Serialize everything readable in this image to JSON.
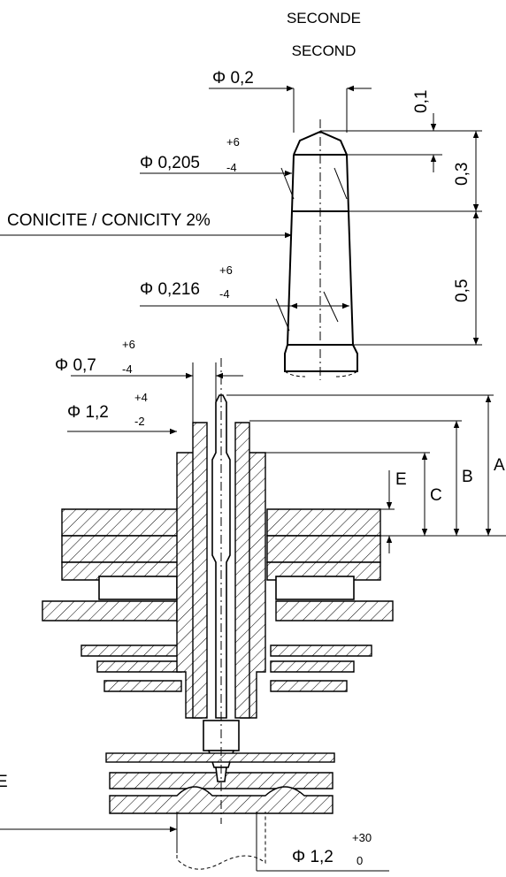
{
  "title": {
    "line1": "SECONDE",
    "line2": "SECOND"
  },
  "dimensions": {
    "tip_diameter": "Φ 0,2",
    "tip_height": "0,1",
    "cone_height": "0,3",
    "body_height": "0,5",
    "d1": {
      "value": "Φ 0,205",
      "upper": "+6",
      "lower": "-4"
    },
    "d2": {
      "value": "Φ 0,216",
      "upper": "+6",
      "lower": "-4"
    },
    "d3": {
      "value": "Φ 0,7",
      "upper": "+6",
      "lower": "-4"
    },
    "d4": {
      "value": "Φ 1,2",
      "upper": "+4",
      "lower": "-2"
    },
    "d5": {
      "value": "Φ 1,2",
      "upper": "+30",
      "lower": "0"
    }
  },
  "conicity": "CONICITE / CONICITY 2%",
  "heights": {
    "a": "A",
    "b": "B",
    "c": "C",
    "e": "E"
  },
  "left_cut_label": "E"
}
